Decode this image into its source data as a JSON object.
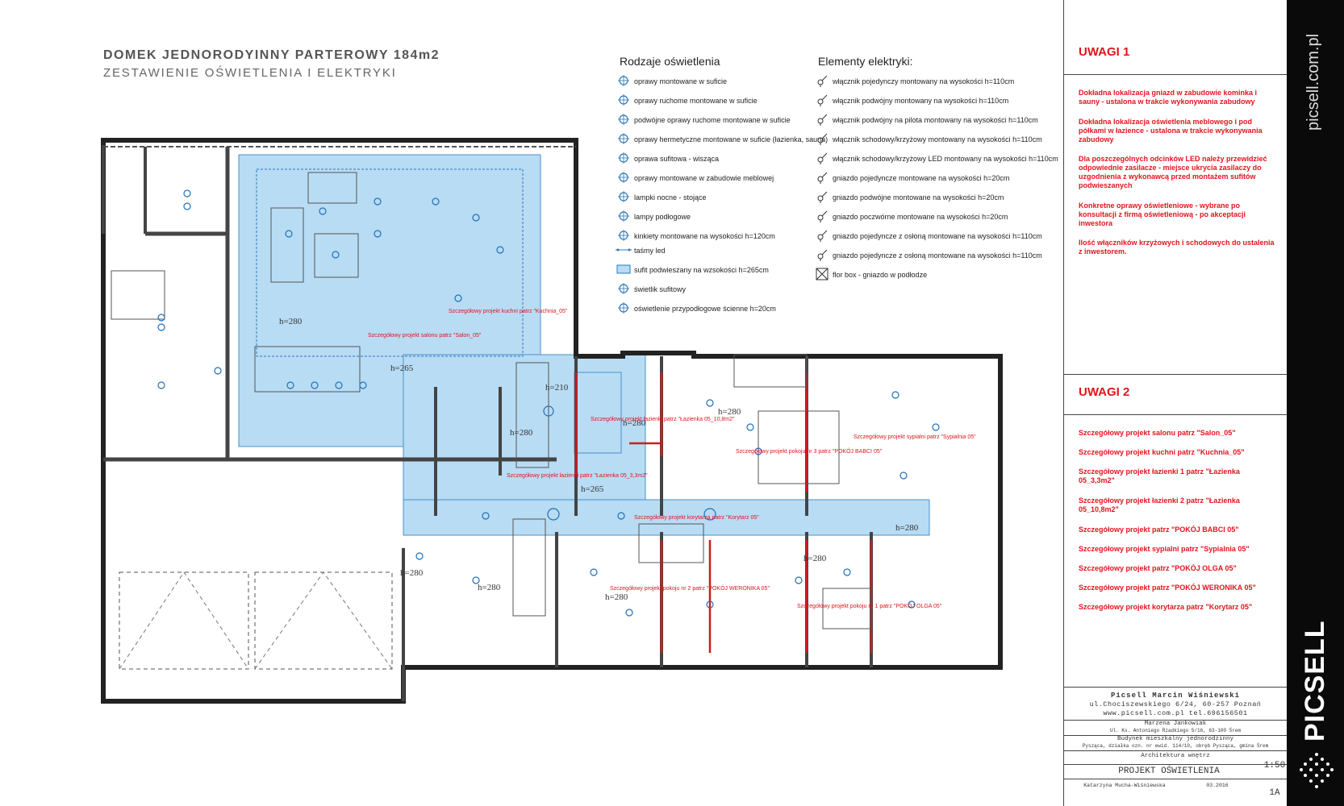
{
  "header": {
    "title": "DOMEK JEDNORODYINNY PARTEROWY 184m2",
    "subtitle": "ZESTAWIENIE OŚWIETLENIA I ELEKTRYKI"
  },
  "legend_lighting": {
    "heading": "Rodzaje oświetlenia",
    "items": [
      "oprawy montowane w suficie",
      "oprawy ruchome montowane w suficie",
      "podwójne oprawy ruchome montowane w suficie",
      "oprawy hermetyczne montowane w suficie (łazienka, sauna)",
      "oprawa sufitowa  - wisząca",
      "oprawy montowane w zabudowie meblowej",
      "lampki nocne - stojące",
      "lampy podłogowe",
      "kinkiety montowane na wysokości h=120cm",
      "taśmy led",
      "sufit podwieszany na wzsokości h=265cm",
      "świetlik sufitowy",
      "oświetlenie przypodłogowe ścienne h=20cm"
    ]
  },
  "legend_electric": {
    "heading": "Elementy elektryki:",
    "items": [
      "włącznik pojedynczy montowany na wysokości h=110cm",
      "włącznik podwójny montowany na wysokości h=110cm",
      "włącznik podwójny na pilota montowany na wysokości h=110cm",
      "włącznik schodowy/krzyżowy  montowany na wysokości h=110cm",
      "włącznik schodowy/krzyżowy  LED montowany na wysokości h=110cm",
      "gniazdo pojedyncze montowane na wysokości h=20cm",
      "gniazdo podwójne montowane na wysokości h=20cm",
      "gniazdo poczwórne montowane na wysokości h=20cm",
      "gniazdo pojedyncze z osłoną montowane na wysokości h=110cm",
      "gniazdo pojedyncze z osłoną montowane na wysokości h=110cm",
      "flor box - gniazdo w podłodze"
    ]
  },
  "plan": {
    "heights": [
      "h=280",
      "h=265",
      "h=210",
      "h=280",
      "h=280",
      "h=280",
      "h=265",
      "h=280",
      "h=280",
      "h=280",
      "h=280",
      "h=280"
    ],
    "labels": [
      "Szczegółowy projekt salonu patrz \"Salon_05\"",
      "Szczegółowy projekt kuchni patrz \"Kuchnia_05\"",
      "Szczegółowy projekt łazienki patrz \"Łazienka 05_10,8m2\"",
      "Szczegółowy projekt łazienki patrz \"Łazienka 05_3,3m2\"",
      "Szczegółowy projekt pokoju nr 3 patrz \"POKÓJ BABCI 05\"",
      "Szczegółowy projekt sypialni patrz \"Sypialnia 05\"",
      "Szczegółowy projekt korytarza patrz \"Korytarz 05\"",
      "Szczegółowy projekt pokoju nr 2 patrz \"POKÓJ WERONIKA 05\"",
      "Szczegółowy projekt pokoju nr 1 patrz \"POKÓJ OLGA 05\""
    ]
  },
  "sidebar": {
    "uwagi1_heading": "UWAGI 1",
    "uwagi1_notes": [
      "Dokładna lokalizacja gniazd w zabudowie kominka i sauny - ustalona w trakcie wykonywania zabudowy",
      "Dokładna lokalizacja oświetlenia meblowego i pod półkami w łazience - ustalona w trakcie wykonywania zabudowy",
      "Dla poszczególnych odcinków LED należy przewidzieć odpowiednie zasilacze - miejsce ukrycia zasilaczy do uzgodnienia z wykonawcą przed montażem sufitów podwieszanych",
      "Konkretne oprawy oświetleniowe - wybrane po konsultacji z firmą oświetleniową - po akceptacji inwestora",
      "Ilość włączników krzyżowych i schodowych do ustalenia z inwestorem."
    ],
    "uwagi2_heading": "UWAGI 2",
    "uwagi2_notes": [
      "Szczegółowy projekt salonu patrz \"Salon_05\"",
      "Szczegółowy projekt kuchni patrz \"Kuchnia_05\"",
      "Szczegółowy projekt łazienki 1 patrz \"Łazienka 05_3,3m2\"",
      "Szczegółowy projekt łazienki 2 patrz \"Łazienka 05_10,8m2\"",
      "Szczegółowy projekt  patrz \"POKÓJ BABCI 05\"",
      "Szczegółowy projekt sypialni patrz  \"Sypialnia 05\"",
      "Szczegółowy projekt  patrz \"POKÓJ OLGA 05\"",
      "Szczegółowy projekt  patrz \"POKÓJ WERONIKA 05\"",
      "Szczegółowy projekt korytarza patrz \"Korytarz 05\""
    ]
  },
  "stamp": {
    "company": "Picsell Marcin Wiśniewski",
    "address": "ul.Chociszewskiego 6/24, 60-257 Poznań",
    "web": "www.picsell.com.pl   tel.696156501",
    "investor": "Marzena Jankowiak",
    "investor_addr": "Ul. Ks. Antoniego Rzadkiego 5/16, 63-100 Śrem",
    "object": "Budynek mieszkalny jednorodzinny",
    "object_addr": "Pysząca, działka ozn. nr ewid. 114/10, obręb Pysząca, gmina Śrem",
    "branch": "Architektura wnętrz",
    "drawing": "PROJEKT OŚWIETLENIA",
    "scale": "1:50",
    "sheet": "1A",
    "author": "Katarzyna Mucha-Wiśniewska",
    "date": "03.2016"
  },
  "brand": {
    "logo": "PICSELL",
    "url": "picsell.com.pl"
  }
}
